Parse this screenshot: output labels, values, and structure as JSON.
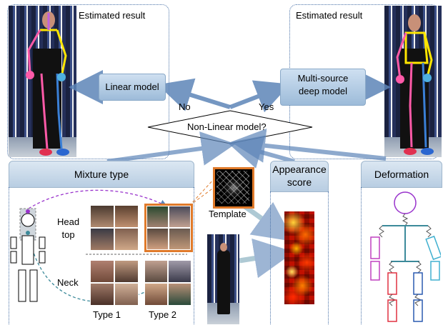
{
  "estimated_result_left": "Estimated result",
  "estimated_result_right": "Estimated result",
  "linear_model": "Linear model",
  "multi_source_line1": "Multi-source",
  "multi_source_line2": "deep model",
  "decision": "Non-Linear model?",
  "no_label": "No",
  "yes_label": "Yes",
  "mixture_type": "Mixture type",
  "appearance_line1": "Appearance",
  "appearance_line2": "score",
  "deformation": "Deformation",
  "template": "Template",
  "head_top_line1": "Head",
  "head_top_line2": "top",
  "neck": "Neck",
  "type1": "Type 1",
  "type2": "Type 2",
  "colors": {
    "box_blue": "#9dbbd9",
    "arrow_blue": "#5d85b8",
    "dashed_purple": "#9933cc",
    "dashed_teal": "#3c8a9a",
    "template_border": "#e07a2a",
    "skeleton_yellow": "#ffe600",
    "skeleton_pink": "#ff5aa8",
    "skeleton_purple": "#c060e0"
  }
}
